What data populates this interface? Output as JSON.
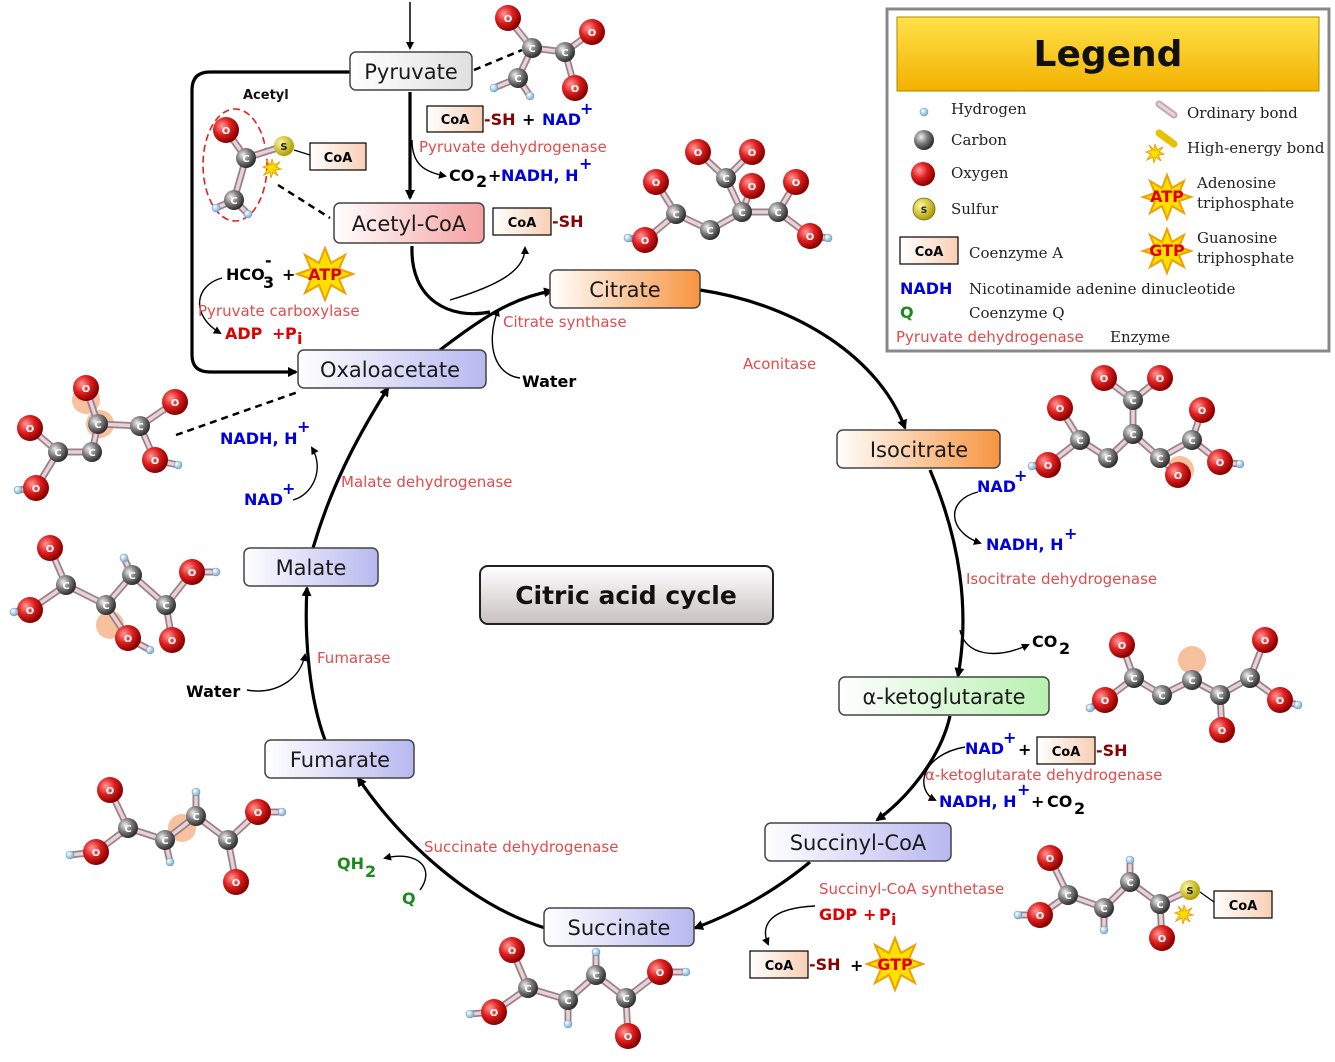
{
  "title": "Citric acid cycle",
  "legend": {
    "title": "Legend",
    "items": {
      "hydrogen": "Hydrogen",
      "carbon": "Carbon",
      "oxygen": "Oxygen",
      "sulfur": "Sulfur",
      "coa_symbol": "CoA",
      "coa": "Coenzyme A",
      "nadh_symbol": "NADH",
      "nadh": "Nicotinamide adenine dinucleotide",
      "q_symbol": "Q",
      "q": "Coenzyme Q",
      "enzyme_example": "Pyruvate dehydrogenase",
      "enzyme": "Enzyme",
      "ordinary_bond": "Ordinary bond",
      "high_energy_bond": "High-energy bond",
      "atp_symbol": "ATP",
      "atp_line1": "Adenosine",
      "atp_line2": "triphosphate",
      "gtp_symbol": "GTP",
      "gtp_line1": "Guanosine",
      "gtp_line2": "triphosphate"
    }
  },
  "metabolites": {
    "pyruvate": "Pyruvate",
    "acetyl_coa": "Acetyl-CoA",
    "citrate": "Citrate",
    "isocitrate": "Isocitrate",
    "alpha_ketoglutarate": "α-ketoglutarate",
    "succinyl_coa": "Succinyl-CoA",
    "succinate": "Succinate",
    "fumarate": "Fumarate",
    "malate": "Malate",
    "oxaloacetate": "Oxaloacetate"
  },
  "enzymes": {
    "pyruvate_dehydrogenase": "Pyruvate dehydrogenase",
    "pyruvate_carboxylase": "Pyruvate carboxylase",
    "citrate_synthase": "Citrate synthase",
    "aconitase": "Aconitase",
    "isocitrate_dehydrogenase": "Isocitrate dehydrogenase",
    "akg_dehydrogenase": "α-ketoglutarate dehydrogenase",
    "succinyl_coa_synthetase": "Succinyl-CoA synthetase",
    "succinate_dehydrogenase": "Succinate dehydrogenase",
    "fumarase": "Fumarase",
    "malate_dehydrogenase": "Malate dehydrogenase"
  },
  "cofactors": {
    "coa": "CoA",
    "sh": "-SH",
    "nad": "NAD",
    "nadh_h": "NADH, H",
    "plus": "+",
    "co2": "CO",
    "sub2": "2",
    "hco3": "HCO",
    "sub3": "3",
    "minus": "-",
    "atp": "ATP",
    "adp": "ADP",
    "pi": "P",
    "sub_i": "i",
    "water": "Water",
    "gdp": "GDP",
    "gtp": "GTP",
    "qh2": "QH",
    "q": "Q",
    "acetyl": "Acetyl",
    "s": "S"
  },
  "atom_labels": {
    "c": "C",
    "o": "O"
  },
  "colors": {
    "oxygen": "#dd1c1c",
    "carbon": "#666666",
    "hydrogen": "#c8e0f0",
    "sulfur": "#e0d030",
    "bond": "#c8a8a8",
    "highlight": "#f4b183",
    "legend_title_bg": "#f5c400",
    "enzyme_text": "#e24b4b",
    "nad_blue": "#0000dd",
    "sh_darkred": "#8b0000"
  }
}
